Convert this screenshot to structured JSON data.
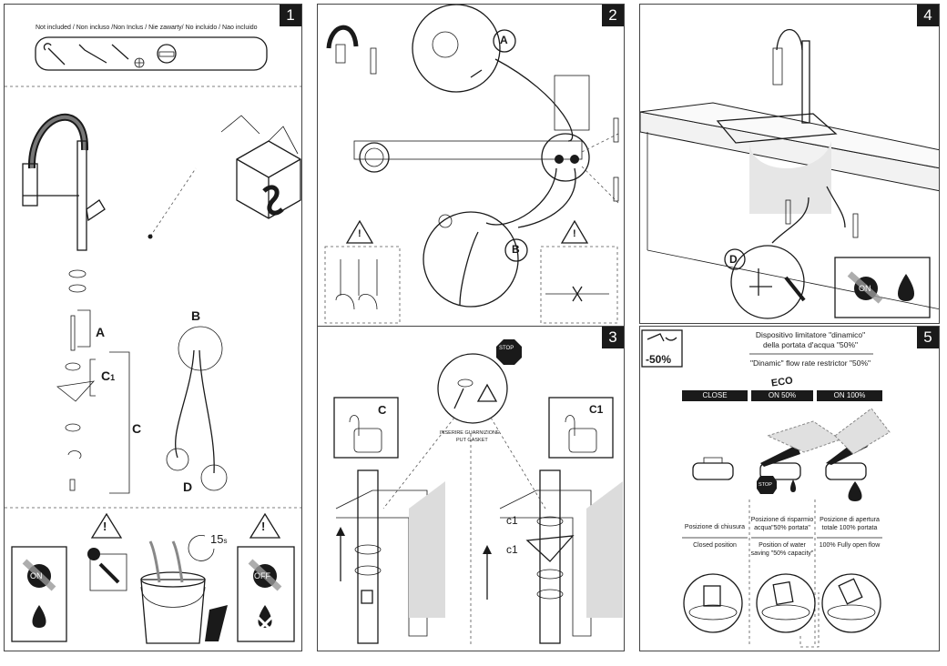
{
  "panel1": {
    "number": "1",
    "not_included": "Not included / Non incluso /Non Inclus / Nie zawarty/ No incluido / Nao incluido",
    "label_a": "A",
    "label_b": "B",
    "label_c": "C",
    "label_c1": "C",
    "label_c1_sub": "1",
    "label_d": "D",
    "on_text": "ON",
    "off_text": "OFF",
    "timer": "15",
    "timer_unit": "s"
  },
  "panel2": {
    "number": "2",
    "callout_a": "A",
    "callout_b": "B"
  },
  "panel3": {
    "number": "3",
    "stop": "STOP",
    "gasket_it": "INSERIRE GUARNIZIONE",
    "gasket_en": "PUT GASKET",
    "mode_c": "C",
    "mode_c1": "C1",
    "c1_top": "c1",
    "c1_bottom": "c1"
  },
  "panel4": {
    "number": "4",
    "callout_d": "D",
    "on_text": "ON"
  },
  "panel5": {
    "number": "5",
    "badge": "-50%",
    "title_it_1": "Dispositivo limitatore \"dinamico\"",
    "title_it_2": "della portata d'acqua \"50%\"",
    "title_en": "\"Dinamic\" flow rate restrictor \"50%\"",
    "eco": "ECO",
    "stop": "STOP",
    "columns": [
      {
        "header": "CLOSE",
        "it": "Posizione di chiusura",
        "en": "Closed position"
      },
      {
        "header": "ON  50%",
        "it": "Posizione di risparmio acqua\"50% portata\"",
        "en": "Position of water saving \"50% capacity\""
      },
      {
        "header": "ON  100%",
        "it": "Posizione di apertura totale 100% portata",
        "en": "100% Fully open flow"
      }
    ]
  }
}
